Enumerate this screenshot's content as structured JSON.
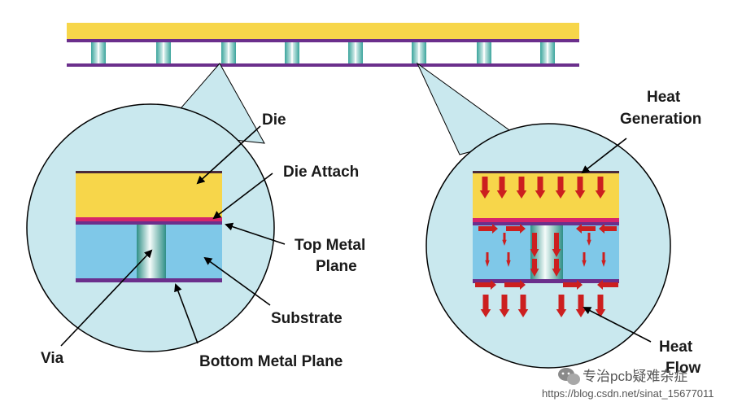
{
  "labels": {
    "die": "Die",
    "die_attach": "Die Attach",
    "top_metal_1": "Top Metal",
    "top_metal_2": "Plane",
    "substrate": "Substrate",
    "via": "Via",
    "bottom_metal": "Bottom Metal Plane",
    "heat_generation_1": "Heat",
    "heat_generation_2": "Generation",
    "heat_flow_1": "Heat",
    "heat_flow_2": "Flow"
  },
  "watermark": {
    "channel": "专治pcb疑难杂症",
    "url": "https://blog.csdn.net/sinat_15677011"
  },
  "colors": {
    "die": "#f7d64a",
    "substrate": "#7fc8e8",
    "metal": "#6b2f8c",
    "attach": "#d6256b",
    "circle": "#c9e8ee",
    "arrow": "#cc1f1f",
    "via_light": "#e8f6f4",
    "via_dark": "#4aa8a0"
  }
}
